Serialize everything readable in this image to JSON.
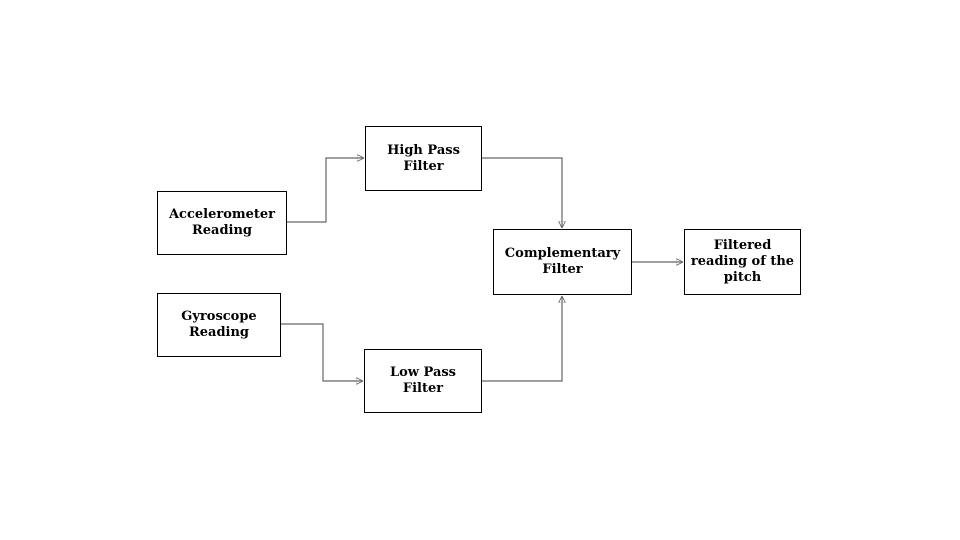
{
  "diagram": {
    "colors": {
      "background": "#ffffff",
      "box_fill": "#ffffff",
      "box_border": "#000000",
      "text": "#000000",
      "connector": "#666666"
    },
    "boxes": [
      {
        "id": "accelerometer-reading",
        "label": "Accelerometer\nReading"
      },
      {
        "id": "gyroscope-reading",
        "label": "Gyroscope\nReading"
      },
      {
        "id": "high-pass-filter",
        "label": "High Pass\nFilter"
      },
      {
        "id": "low-pass-filter",
        "label": "Low Pass\nFilter"
      },
      {
        "id": "complementary-filter",
        "label": "Complementary\nFilter"
      },
      {
        "id": "filtered-pitch-output",
        "label": "Filtered\nreading of the\npitch"
      }
    ],
    "connections": [
      {
        "from": "accelerometer-reading",
        "to": "high-pass-filter"
      },
      {
        "from": "high-pass-filter",
        "to": "complementary-filter"
      },
      {
        "from": "gyroscope-reading",
        "to": "low-pass-filter"
      },
      {
        "from": "low-pass-filter",
        "to": "complementary-filter"
      },
      {
        "from": "complementary-filter",
        "to": "filtered-pitch-output"
      }
    ]
  }
}
